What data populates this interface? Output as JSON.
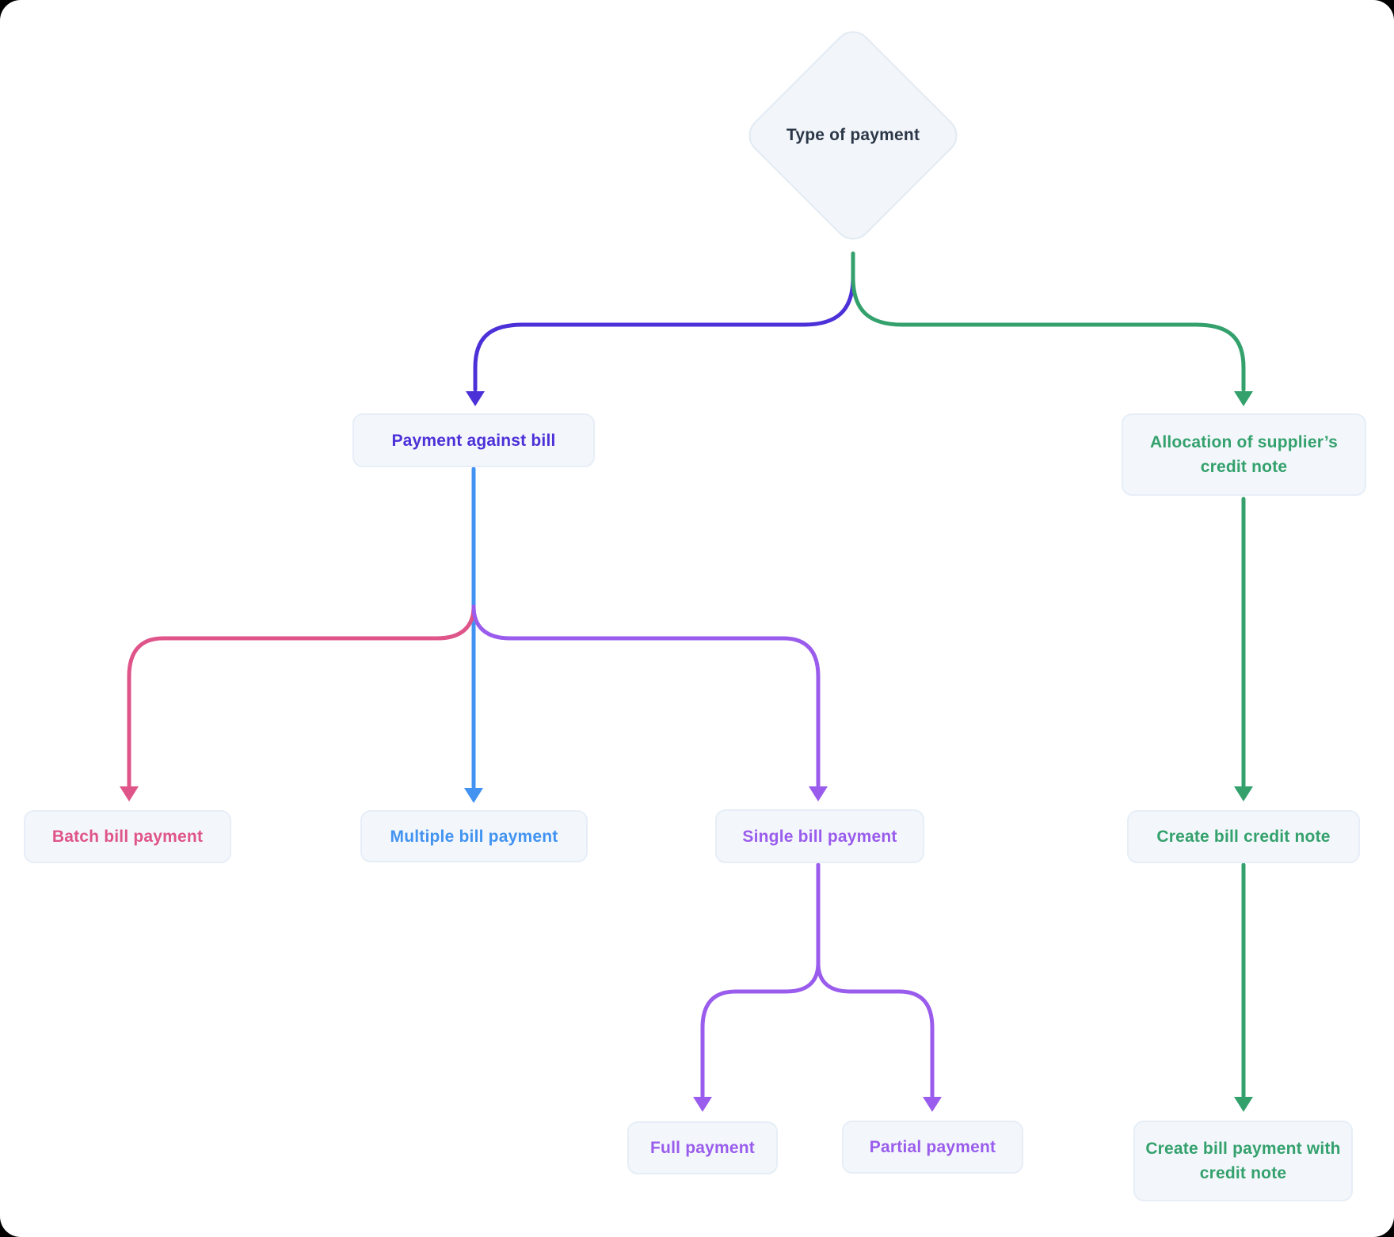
{
  "title": "Type of payment flowchart",
  "colors": {
    "indigo": "#4c30d8",
    "blue": "#4293f1",
    "pink": "#df5489",
    "purple": "#9a5cec",
    "green": "#34a16d",
    "dark": "#2b3747",
    "node_bg": "#f3f7fb",
    "node_border": "#e7eef7",
    "diamond_bg": "#f2f6fa",
    "page_bg": "#ffffff"
  },
  "nodes": {
    "type_of_payment": "Type of payment",
    "payment_against_bill": "Payment against bill",
    "allocation_suppliers_credit_note": "Allocation of supplier’s credit note",
    "batch_bill_payment": "Batch bill payment",
    "multiple_bill_payment": "Multiple bill payment",
    "single_bill_payment": "Single bill payment",
    "create_bill_credit_note": "Create bill credit note",
    "full_payment": "Full payment",
    "partial_payment": "Partial payment",
    "create_bill_payment_with_credit_note": "Create bill payment with credit note"
  }
}
